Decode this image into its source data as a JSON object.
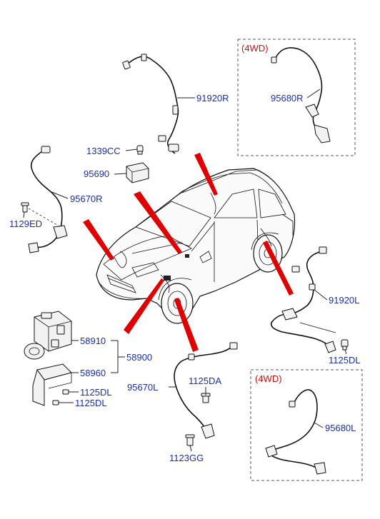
{
  "labels": {
    "wd_top": "(4WD)",
    "wd_bottom": "(4WD)",
    "p91920R": "91920R",
    "p95680R": "95680R",
    "p1339CC": "1339CC",
    "p95690": "95690",
    "p95670R": "95670R",
    "p1129ED": "1129ED",
    "p91920L": "91920L",
    "p1125DL_right": "1125DL",
    "p58910": "58910",
    "p58900": "58900",
    "p58960": "58960",
    "p1125DL_a": "1125DL",
    "p1125DL_b": "1125DL",
    "p95670L": "95670L",
    "p1125DA": "1125DA",
    "p1123GG": "1123GG",
    "p95680L": "95680L"
  },
  "colors": {
    "label": "#1a2fb0",
    "variant_note": "#d01010",
    "pointer": "#e00000"
  }
}
